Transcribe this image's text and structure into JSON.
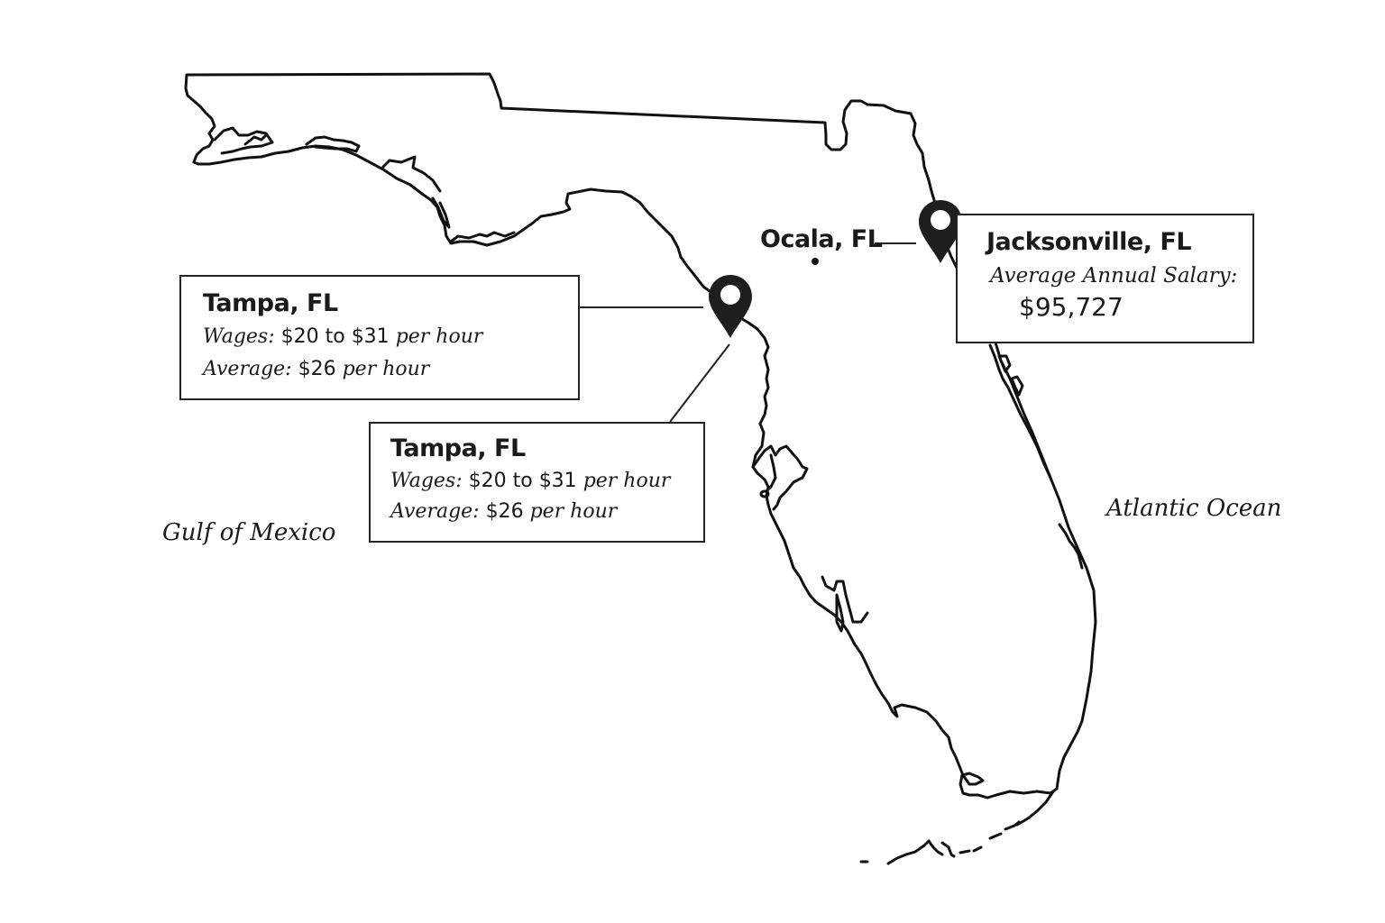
{
  "map": {
    "region": "Florida",
    "colors": {
      "outline": "#111111",
      "background": "#ffffff",
      "pin": "#1e1e1e",
      "box_border": "#222222"
    }
  },
  "water_labels": {
    "gulf": "Gulf of Mexico",
    "atlantic": "Atlantic Ocean"
  },
  "markers": {
    "tampa_pin": {
      "icon": "map-pin-icon",
      "label": "Tampa, FL"
    },
    "jacksonville_pin": {
      "icon": "map-pin-icon",
      "label": "Jacksonville, FL"
    },
    "ocala_dot": {
      "icon": "city-dot-icon",
      "label": "Ocala, FL"
    }
  },
  "callouts": {
    "tampa_1": {
      "title": "Tampa, FL",
      "wages_label": "Wages:",
      "wages_value": "$20 to $31",
      "wages_unit": "per hour",
      "average_label": "Average:",
      "average_value": "$26",
      "average_unit": "per hour"
    },
    "tampa_2": {
      "title": "Tampa, FL",
      "wages_label": "Wages:",
      "wages_value": "$20 to $31",
      "wages_unit": "per hour",
      "average_label": "Average:",
      "average_value": "$26",
      "average_unit": "per hour"
    },
    "jacksonville": {
      "title": "Jacksonville, FL",
      "salary_label": "Average Annual Salary:",
      "salary_value": "$95,727"
    }
  }
}
